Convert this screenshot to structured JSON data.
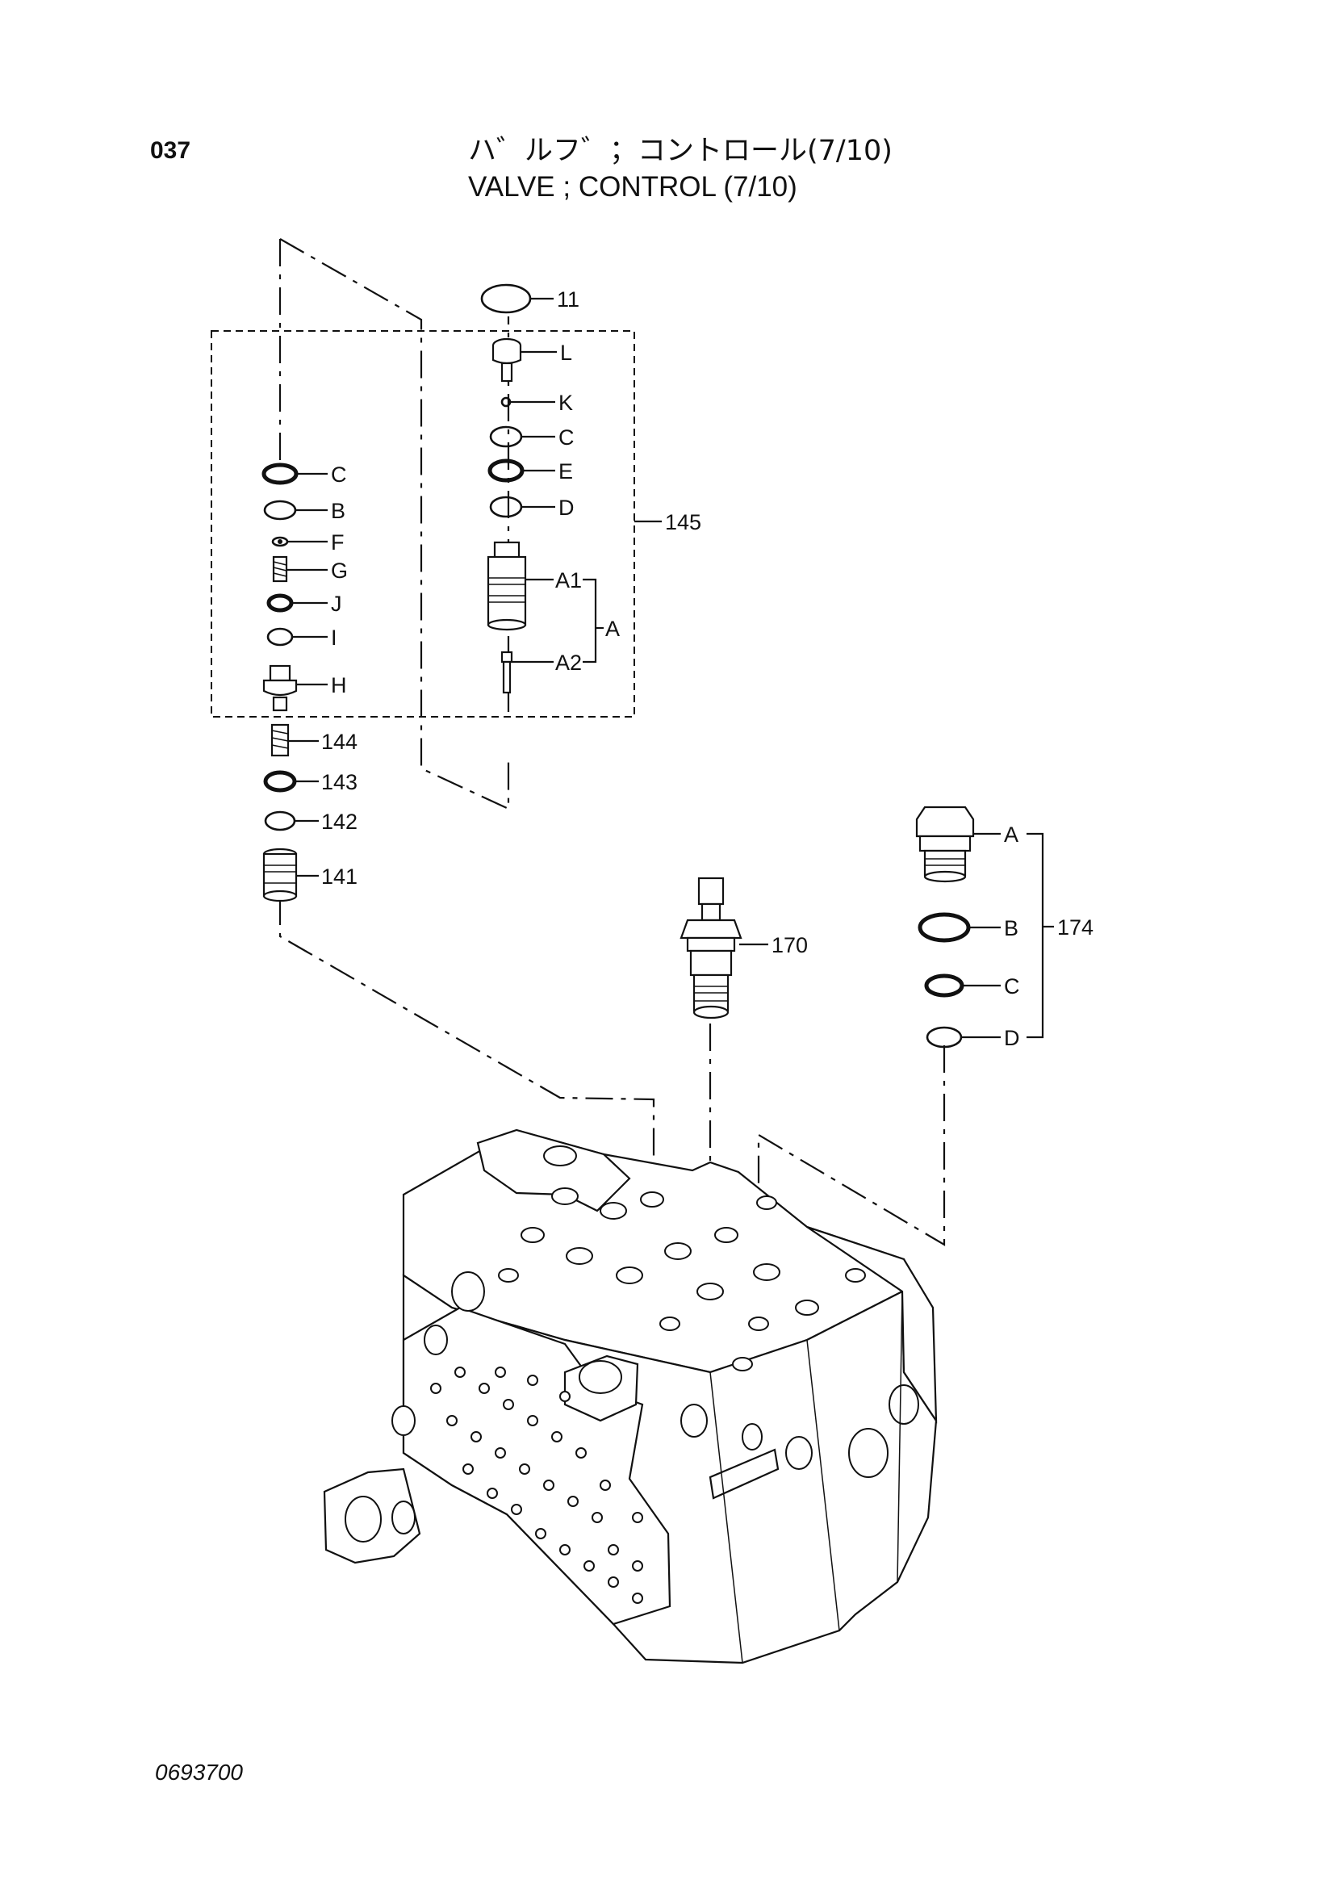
{
  "header": {
    "page_number": "037",
    "title_jp": "ハ゛ルフ゛；コントロール(7/10)",
    "title_en": "VALVE ; CONTROL (7/10)"
  },
  "footer": {
    "drawing_number": "0693700"
  },
  "callouts": {
    "c11": "11",
    "cL": "L",
    "cK": "K",
    "cC_right": "C",
    "cE": "E",
    "cD_right": "D",
    "c145": "145",
    "cA1": "A1",
    "cA": "A",
    "cA2": "A2",
    "cC_left": "C",
    "cB_left": "B",
    "cF": "F",
    "cG": "G",
    "cJ": "J",
    "cI": "I",
    "cH": "H",
    "c144": "144",
    "c143": "143",
    "c142": "142",
    "c141": "141",
    "c170": "170",
    "c174A": "A",
    "c174B": "B",
    "c174C": "C",
    "c174D": "D",
    "c174": "174"
  }
}
